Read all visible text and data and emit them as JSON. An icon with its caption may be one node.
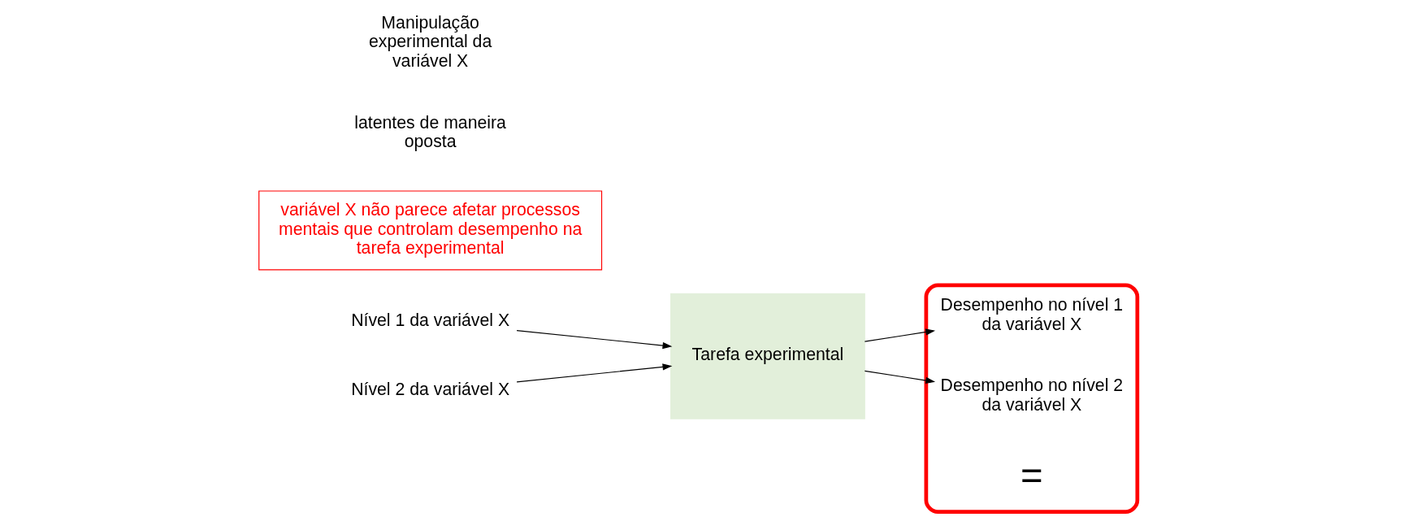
{
  "diagram": {
    "nodes": [
      {
        "text": [
          "Nível 1 da variável X"
        ]
      },
      {
        "text": [
          "Nível 2 da variável X"
        ]
      },
      {
        "text": [
          "Tarefa experimental"
        ]
      },
      {
        "text": [],
        "shape": "ellipse"
      },
      {
        "text": [
          "Desempenho no nível 1 da variável X"
        ],
        "in": 3
      },
      {
        "text": [
          "Desempenho no nível 2 da variável X"
        ],
        "in": 3
      },
      {
        "text": [
          "variável X não parece afetar processos mentais que controlam desempenho na tarefa experimental"
        ]
      }
    ],
    "edges": [
      {
        "from": 0,
        "to": 2,
        "arrow": "to"
      },
      {
        "from": 1,
        "to": 2,
        "arrow": "to"
      },
      {
        "from": 2,
        "to": 4,
        "arrow": "to"
      },
      {
        "from": 2,
        "to": 5,
        "arrow": "to"
      }
    ],
    "labels": [
      "latentes de maneira oposta",
      "Manipulação experimental da variável X",
      "="
    ]
  }
}
